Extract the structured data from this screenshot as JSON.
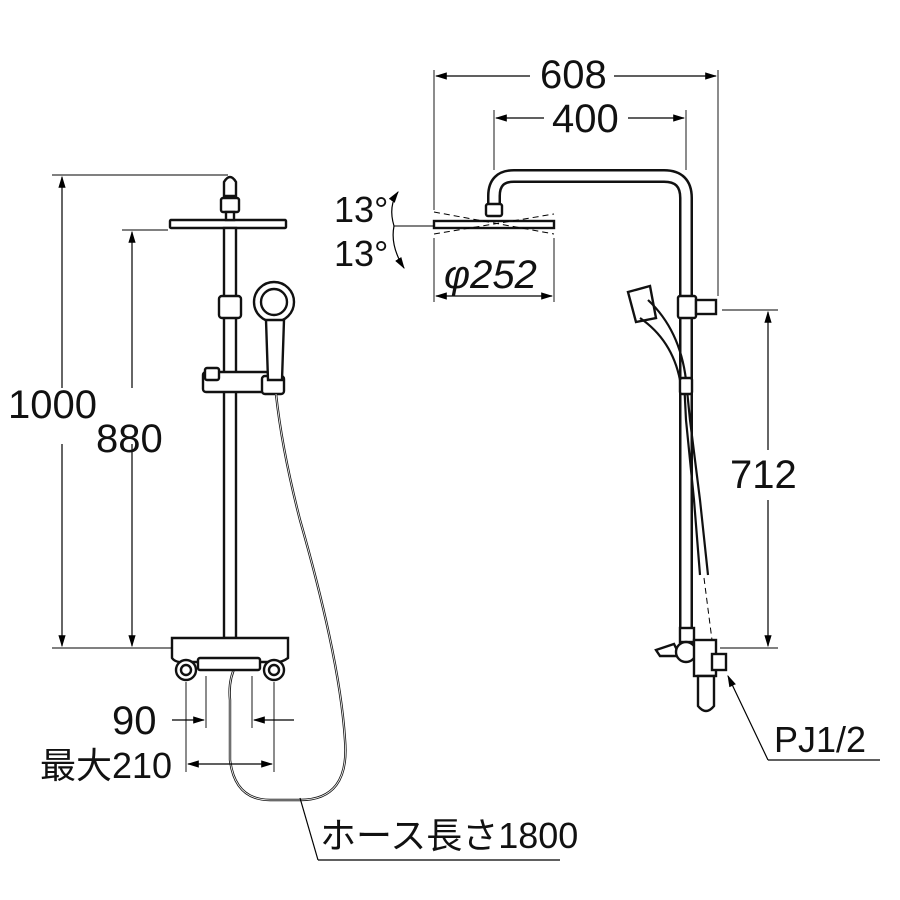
{
  "dimensions": {
    "total_height": "1000",
    "bar_height": "880",
    "min_spacing": "90",
    "max_spacing": "最大210",
    "hose_length": "ホース長さ1800",
    "arm_width": "608",
    "head_offset": "400",
    "tilt_up": "13°",
    "tilt_down": "13°",
    "head_diameter": "φ252",
    "slide_height": "712",
    "connection": "PJ1/2"
  }
}
